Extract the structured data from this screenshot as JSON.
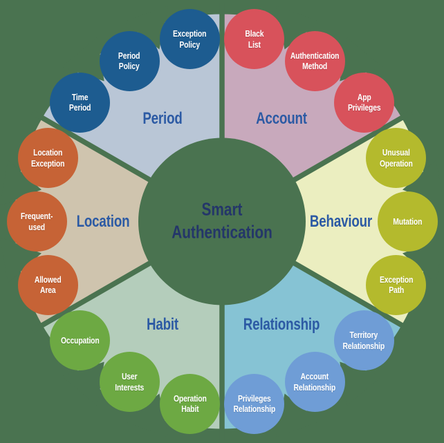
{
  "background_color": "#4a7350",
  "center": {
    "title_lines": [
      "Smart",
      "Authentication"
    ],
    "text_color": "#243669",
    "circle_color": "#4a7350"
  },
  "sector_label_color": "#2c5aa4",
  "sectors": [
    {
      "name": "period",
      "label": "Period",
      "start_angle": 90,
      "wedge_color": "#b9c6d6",
      "node_color": "#1d5c90",
      "nodes": [
        {
          "lines": [
            "Exception",
            "Policy"
          ],
          "angle": 100
        },
        {
          "lines": [
            "Period",
            "Policy"
          ],
          "angle": 120
        },
        {
          "lines": [
            "Time",
            "Period"
          ],
          "angle": 140
        }
      ]
    },
    {
      "name": "account",
      "label": "Account",
      "start_angle": 30,
      "wedge_color": "#c8a9bc",
      "node_color": "#d8525b",
      "nodes": [
        {
          "lines": [
            "App",
            "Privileges"
          ],
          "angle": 40
        },
        {
          "lines": [
            "Authentication",
            "Method"
          ],
          "angle": 60
        },
        {
          "lines": [
            "Black",
            "List"
          ],
          "angle": 80
        }
      ]
    },
    {
      "name": "behaviour",
      "label": "Behaviour",
      "start_angle": -30,
      "wedge_color": "#ebeec0",
      "node_color": "#b4ba2d",
      "nodes": [
        {
          "lines": [
            "Exception",
            "Path"
          ],
          "angle": -20
        },
        {
          "lines": [
            "Mutation"
          ],
          "angle": 0
        },
        {
          "lines": [
            "Unusual",
            "Operation"
          ],
          "angle": 20
        }
      ]
    },
    {
      "name": "relationship",
      "label": "Relationship",
      "start_angle": 270,
      "wedge_color": "#86c3d4",
      "node_color": "#6f9dd6",
      "nodes": [
        {
          "lines": [
            "Privileges",
            "Relationship"
          ],
          "angle": 280
        },
        {
          "lines": [
            "Account",
            "Relationship"
          ],
          "angle": 300
        },
        {
          "lines": [
            "Territory",
            "Relationship"
          ],
          "angle": 320
        }
      ]
    },
    {
      "name": "habit",
      "label": "Habit",
      "start_angle": 210,
      "wedge_color": "#b4cdbb",
      "node_color": "#6da943",
      "nodes": [
        {
          "lines": [
            "Occupation"
          ],
          "angle": 220
        },
        {
          "lines": [
            "User",
            "Interests"
          ],
          "angle": 240
        },
        {
          "lines": [
            "Operation",
            "Habit"
          ],
          "angle": 260
        }
      ]
    },
    {
      "name": "location",
      "label": "Location",
      "start_angle": 150,
      "wedge_color": "#cfc4ae",
      "node_color": "#c66336",
      "nodes": [
        {
          "lines": [
            "Location",
            "Exception"
          ],
          "angle": 160
        },
        {
          "lines": [
            "Frequent-",
            "used"
          ],
          "angle": 180
        },
        {
          "lines": [
            "Allowed",
            "Area"
          ],
          "angle": 200
        }
      ]
    }
  ]
}
